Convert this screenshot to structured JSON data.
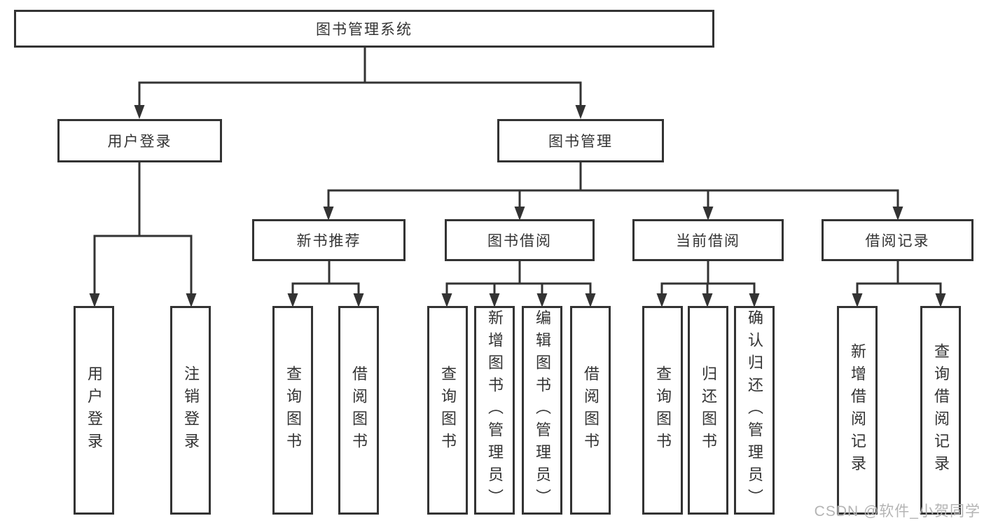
{
  "diagram_title": "图书管理系统",
  "nodes": {
    "root": "图书管理系统",
    "level2": [
      {
        "label": "用户登录"
      },
      {
        "label": "图书管理"
      }
    ],
    "level3": [
      {
        "label": "新书推荐",
        "parent": "图书管理"
      },
      {
        "label": "图书借阅",
        "parent": "图书管理"
      },
      {
        "label": "当前借阅",
        "parent": "图书管理"
      },
      {
        "label": "借阅记录",
        "parent": "图书管理"
      }
    ],
    "leaves": [
      {
        "label": "用户登录",
        "parent": "用户登录"
      },
      {
        "label": "注销登录",
        "parent": "用户登录"
      },
      {
        "label": "查询图书",
        "parent": "新书推荐"
      },
      {
        "label": "借阅图书",
        "parent": "新书推荐"
      },
      {
        "label": "查询图书",
        "parent": "图书借阅"
      },
      {
        "label": "新增图书（管理员）",
        "parent": "图书借阅"
      },
      {
        "label": "编辑图书（管理员）",
        "parent": "图书借阅"
      },
      {
        "label": "借阅图书",
        "parent": "图书借阅"
      },
      {
        "label": "查询图书",
        "parent": "当前借阅"
      },
      {
        "label": "归还图书",
        "parent": "当前借阅"
      },
      {
        "label": "确认归还（管理员）",
        "parent": "当前借阅"
      },
      {
        "label": "新增借阅记录",
        "parent": "借阅记录"
      },
      {
        "label": "查询借阅记录",
        "parent": "借阅记录"
      }
    ]
  },
  "watermark": "CSDN @软件_小贺同学",
  "colors": {
    "line": "#333333",
    "box_border": "#333333",
    "text": "#333333",
    "background": "#ffffff",
    "watermark": "#b4b4b4"
  }
}
